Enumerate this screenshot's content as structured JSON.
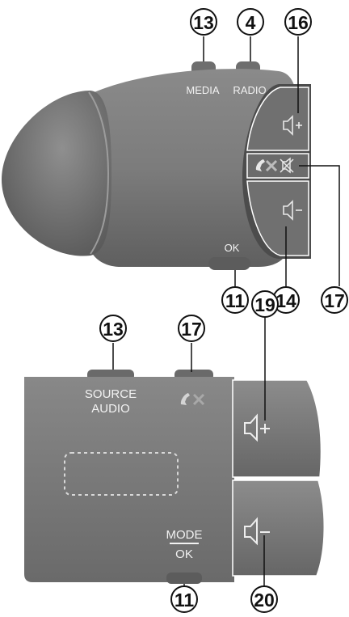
{
  "top_control": {
    "labels": {
      "media": "MEDIA",
      "radio": "RADIO",
      "ok": "OK"
    },
    "callouts": {
      "media": "13",
      "radio": "4",
      "volume_up": "16",
      "ok": "11",
      "volume_down": "14",
      "mute": "17"
    }
  },
  "bottom_control": {
    "labels": {
      "source_line1": "SOURCE",
      "source_line2": "AUDIO",
      "mode": "MODE",
      "ok": "OK"
    },
    "callouts": {
      "source": "13",
      "phone": "17",
      "volume_up": "19",
      "mode_ok": "11",
      "volume_down": "20"
    }
  },
  "colors": {
    "body": "#7a7a7a",
    "body_dark": "#5e5e5e",
    "label": "#f2f2f2",
    "callout": "#111111"
  }
}
